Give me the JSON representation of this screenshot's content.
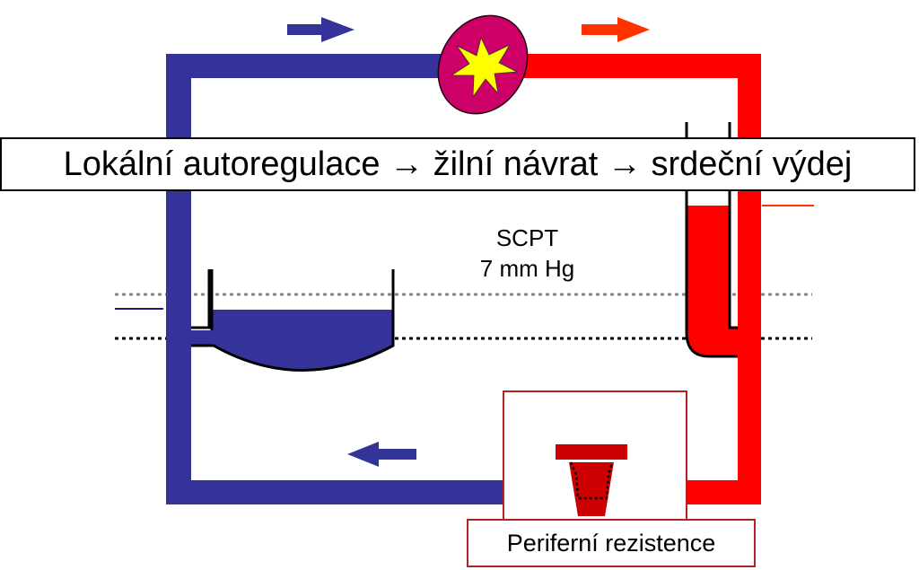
{
  "title": "Lokální autoregulace → žilní návrat → srdeční výdej",
  "pressure_label": {
    "name": "SCPT",
    "value": "7 mm Hg"
  },
  "resistance_label": "Periferní rezistence",
  "colors": {
    "venous": "#333399",
    "arterial": "#ff0000",
    "arrow_arterial": "#ff3300",
    "heart": "#cc0066",
    "heart_star": "#ffff00",
    "resistance_valve": "#cc0000",
    "box_border_red": "#b22222"
  },
  "icons": {
    "heart": "heart-pump-icon",
    "flow_arrows": "arrow-right-icon / arrow-left-icon",
    "valve": "resistance-valve-icon"
  }
}
